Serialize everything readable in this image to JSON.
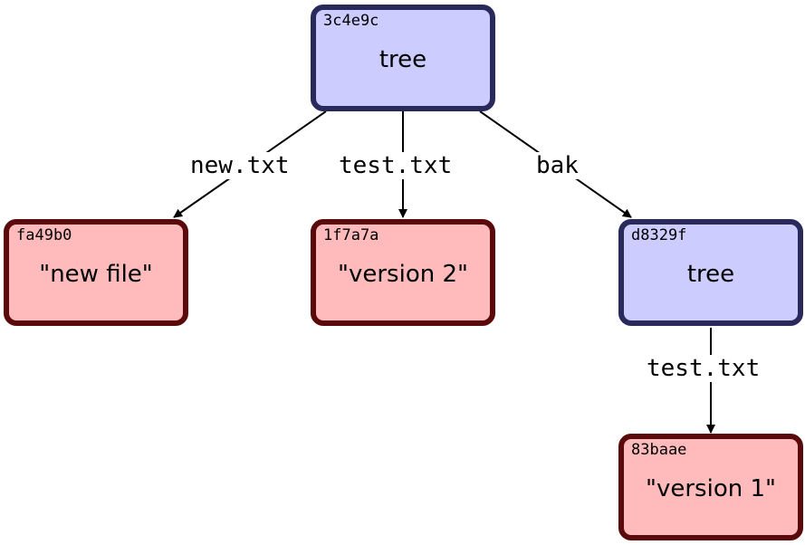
{
  "nodes": {
    "root": {
      "hash": "3c4e9c",
      "label": "tree"
    },
    "new_file": {
      "hash": "fa49b0",
      "label": "\"new file\""
    },
    "version2": {
      "hash": "1f7a7a",
      "label": "\"version 2\""
    },
    "bak_tree": {
      "hash": "d8329f",
      "label": "tree"
    },
    "version1": {
      "hash": "83baae",
      "label": "\"version 1\""
    }
  },
  "edges": {
    "new_txt": "new.txt",
    "test_txt": "test.txt",
    "bak": "bak",
    "bak_test_txt": "test.txt"
  },
  "colors": {
    "tree_fill": "#ccccff",
    "tree_border": "#29295c",
    "blob_fill": "#ffbbbb",
    "blob_border": "#5a0a0a"
  }
}
